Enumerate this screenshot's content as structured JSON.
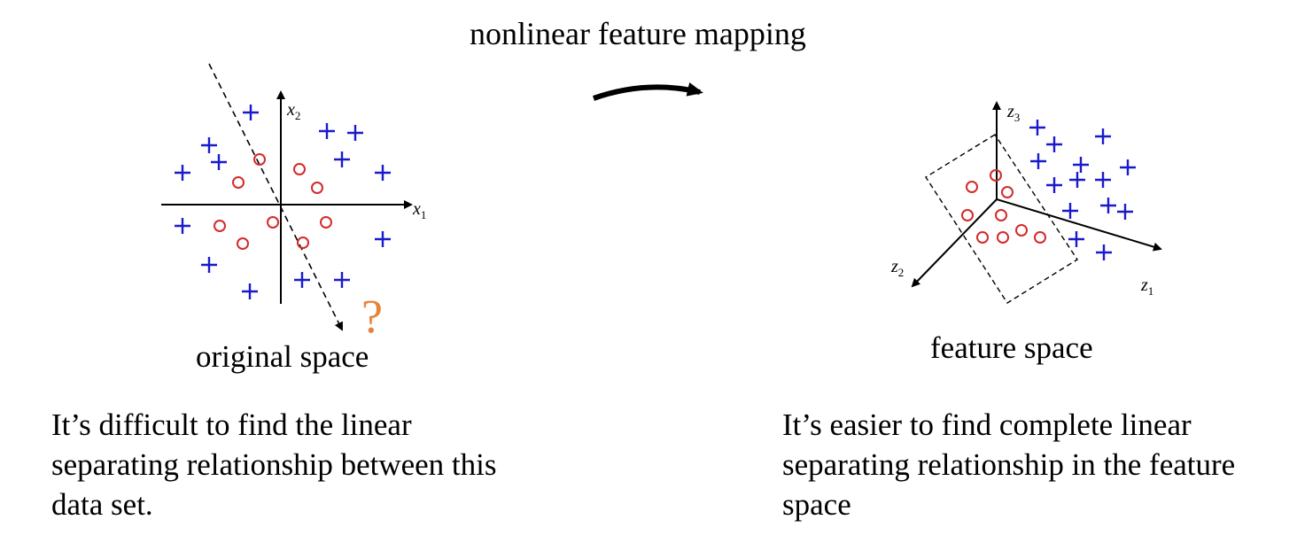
{
  "title": "nonlinear feature mapping",
  "original": {
    "caption": "original space",
    "axis_x": {
      "letter": "x",
      "sub": "1"
    },
    "axis_y": {
      "letter": "x",
      "sub": "2"
    },
    "question_mark": "?",
    "description": [
      "It’s difficult to find the linear",
      "separating relationship between this",
      "data set."
    ]
  },
  "feature": {
    "caption": "feature space",
    "axis_1": {
      "letter": "z",
      "sub": "1"
    },
    "axis_2": {
      "letter": "z",
      "sub": "2"
    },
    "axis_3": {
      "letter": "z",
      "sub": "3"
    },
    "description": [
      "It’s easier to find complete linear",
      "separating relationship in the feature",
      "space"
    ]
  },
  "colors": {
    "plus": "#1a1acc",
    "circle": "#d42a2a",
    "question": "#e8833a"
  }
}
